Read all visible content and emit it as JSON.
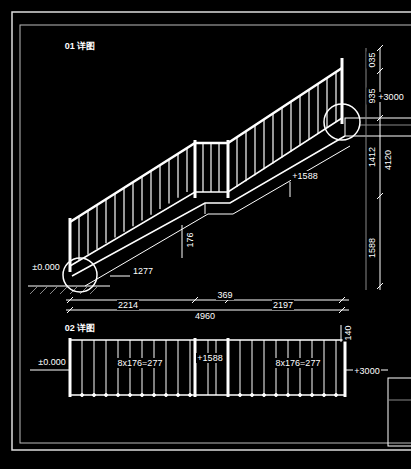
{
  "diagram": {
    "labels": [
      "01 详图",
      "±0.000",
      "+1588",
      "176",
      "1277",
      "2214",
      "369",
      "2197",
      "4960",
      "035",
      "935",
      "1412",
      "4120",
      "1588",
      "+3000",
      "02 详图",
      "±0.000",
      "8x176=277",
      "+1588",
      "8x176=277",
      "+3000",
      "140"
    ]
  }
}
